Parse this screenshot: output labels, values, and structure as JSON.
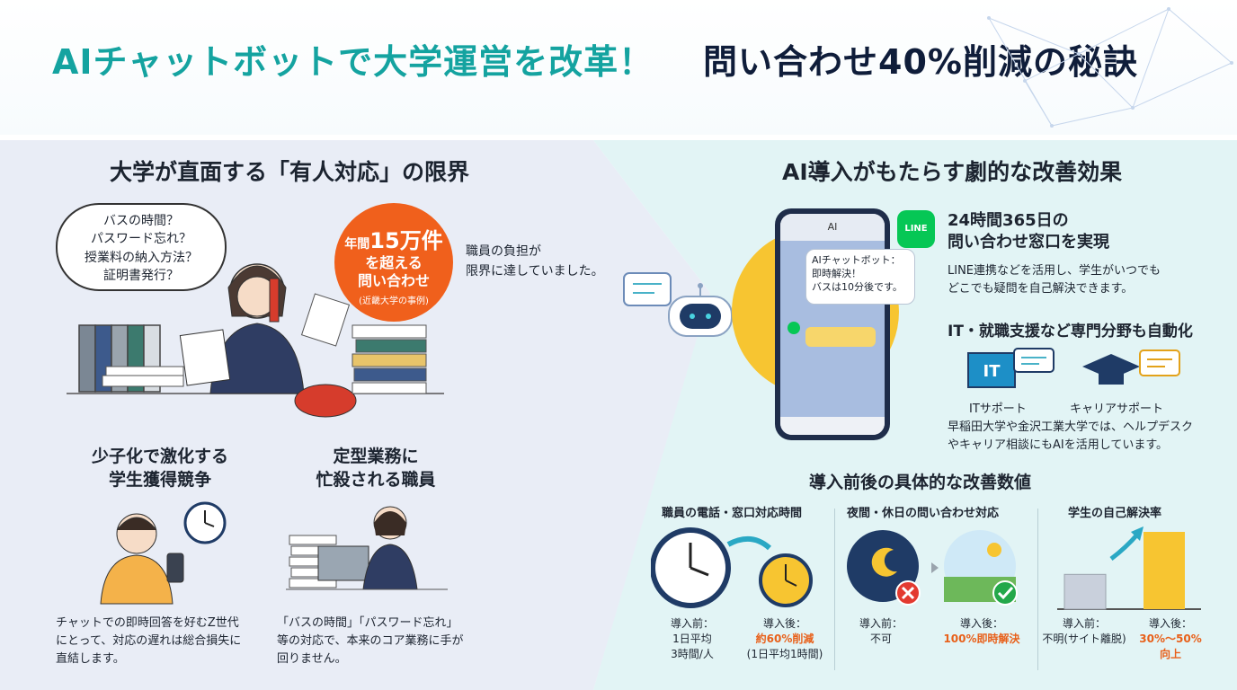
{
  "title": {
    "accent": "AIチャットボットで大学運営を改革！",
    "main": "問い合わせ40%削減の秘訣"
  },
  "left": {
    "heading": "大学が直面する「有人対応」の限界",
    "cloud": [
      "バスの時間？",
      "パスワード忘れ？",
      "授業料の納入方法？",
      "証明書発行？"
    ],
    "badge": {
      "prefix": "年間",
      "number": "15万件",
      "line2": "を超える",
      "line3": "問い合わせ",
      "note": "(近畿大学の事例)"
    },
    "burden": "職員の負担が\n限界に達していました。",
    "block1": {
      "title": "少子化で激化する\n学生獲得競争",
      "text": "チャットでの即時回答を好むZ世代にとって、対応の遅れは総合損失に直結します。"
    },
    "block2": {
      "title": "定型業務に\n忙殺される職員",
      "text": "「バスの時間」「パスワード忘れ」等の対応で、本来のコア業務に手が回りません。"
    }
  },
  "right": {
    "heading": "AI導入がもたらす劇的な改善効果",
    "phone": {
      "header": "AI",
      "bubble": "AIチャットボット：\n即時解決！\nバスは10分後です。"
    },
    "line_label": "LINE",
    "point1": {
      "title": "24時間365日の\n問い合わせ窓口を実現",
      "text": "LINE連携などを活用し、学生がいつでも\nどこでも疑問を自己解決できます。"
    },
    "point2": {
      "title": "IT・就職支援など専門分野も自動化",
      "it_label": "ITサポート",
      "it_icon": "IT",
      "career_label": "キャリアサポート",
      "text": "早稲田大学や金沢工業大学では、ヘルプデスク\nやキャリア相談にもAIを活用しています。"
    },
    "metrics_heading": "導入前後の具体的な改善数値",
    "metric1": {
      "title": "職員の電話・窓口対応時間",
      "before_label": "導入前：",
      "before_value": "1日平均\n3時間/人",
      "after_label": "導入後：",
      "after_value": "約60%削減",
      "after_note": "(1日平均1時間)"
    },
    "metric2": {
      "title": "夜間・休日の問い合わせ対応",
      "before_label": "導入前：",
      "before_value": "不可",
      "after_label": "導入後：",
      "after_value": "100%即時解決"
    },
    "metric3": {
      "title": "学生の自己解決率",
      "before_label": "導入前：",
      "before_value": "不明(サイト離脱)",
      "after_label": "導入後：",
      "after_value": "30%～50%\n向上",
      "before_level": 0.45,
      "after_level": 1.0
    }
  },
  "colors": {
    "teal": "#14a3a0",
    "navy": "#0f1d3a",
    "orange": "#f0601c",
    "line_green": "#06c755",
    "yellow": "#f7c531"
  }
}
